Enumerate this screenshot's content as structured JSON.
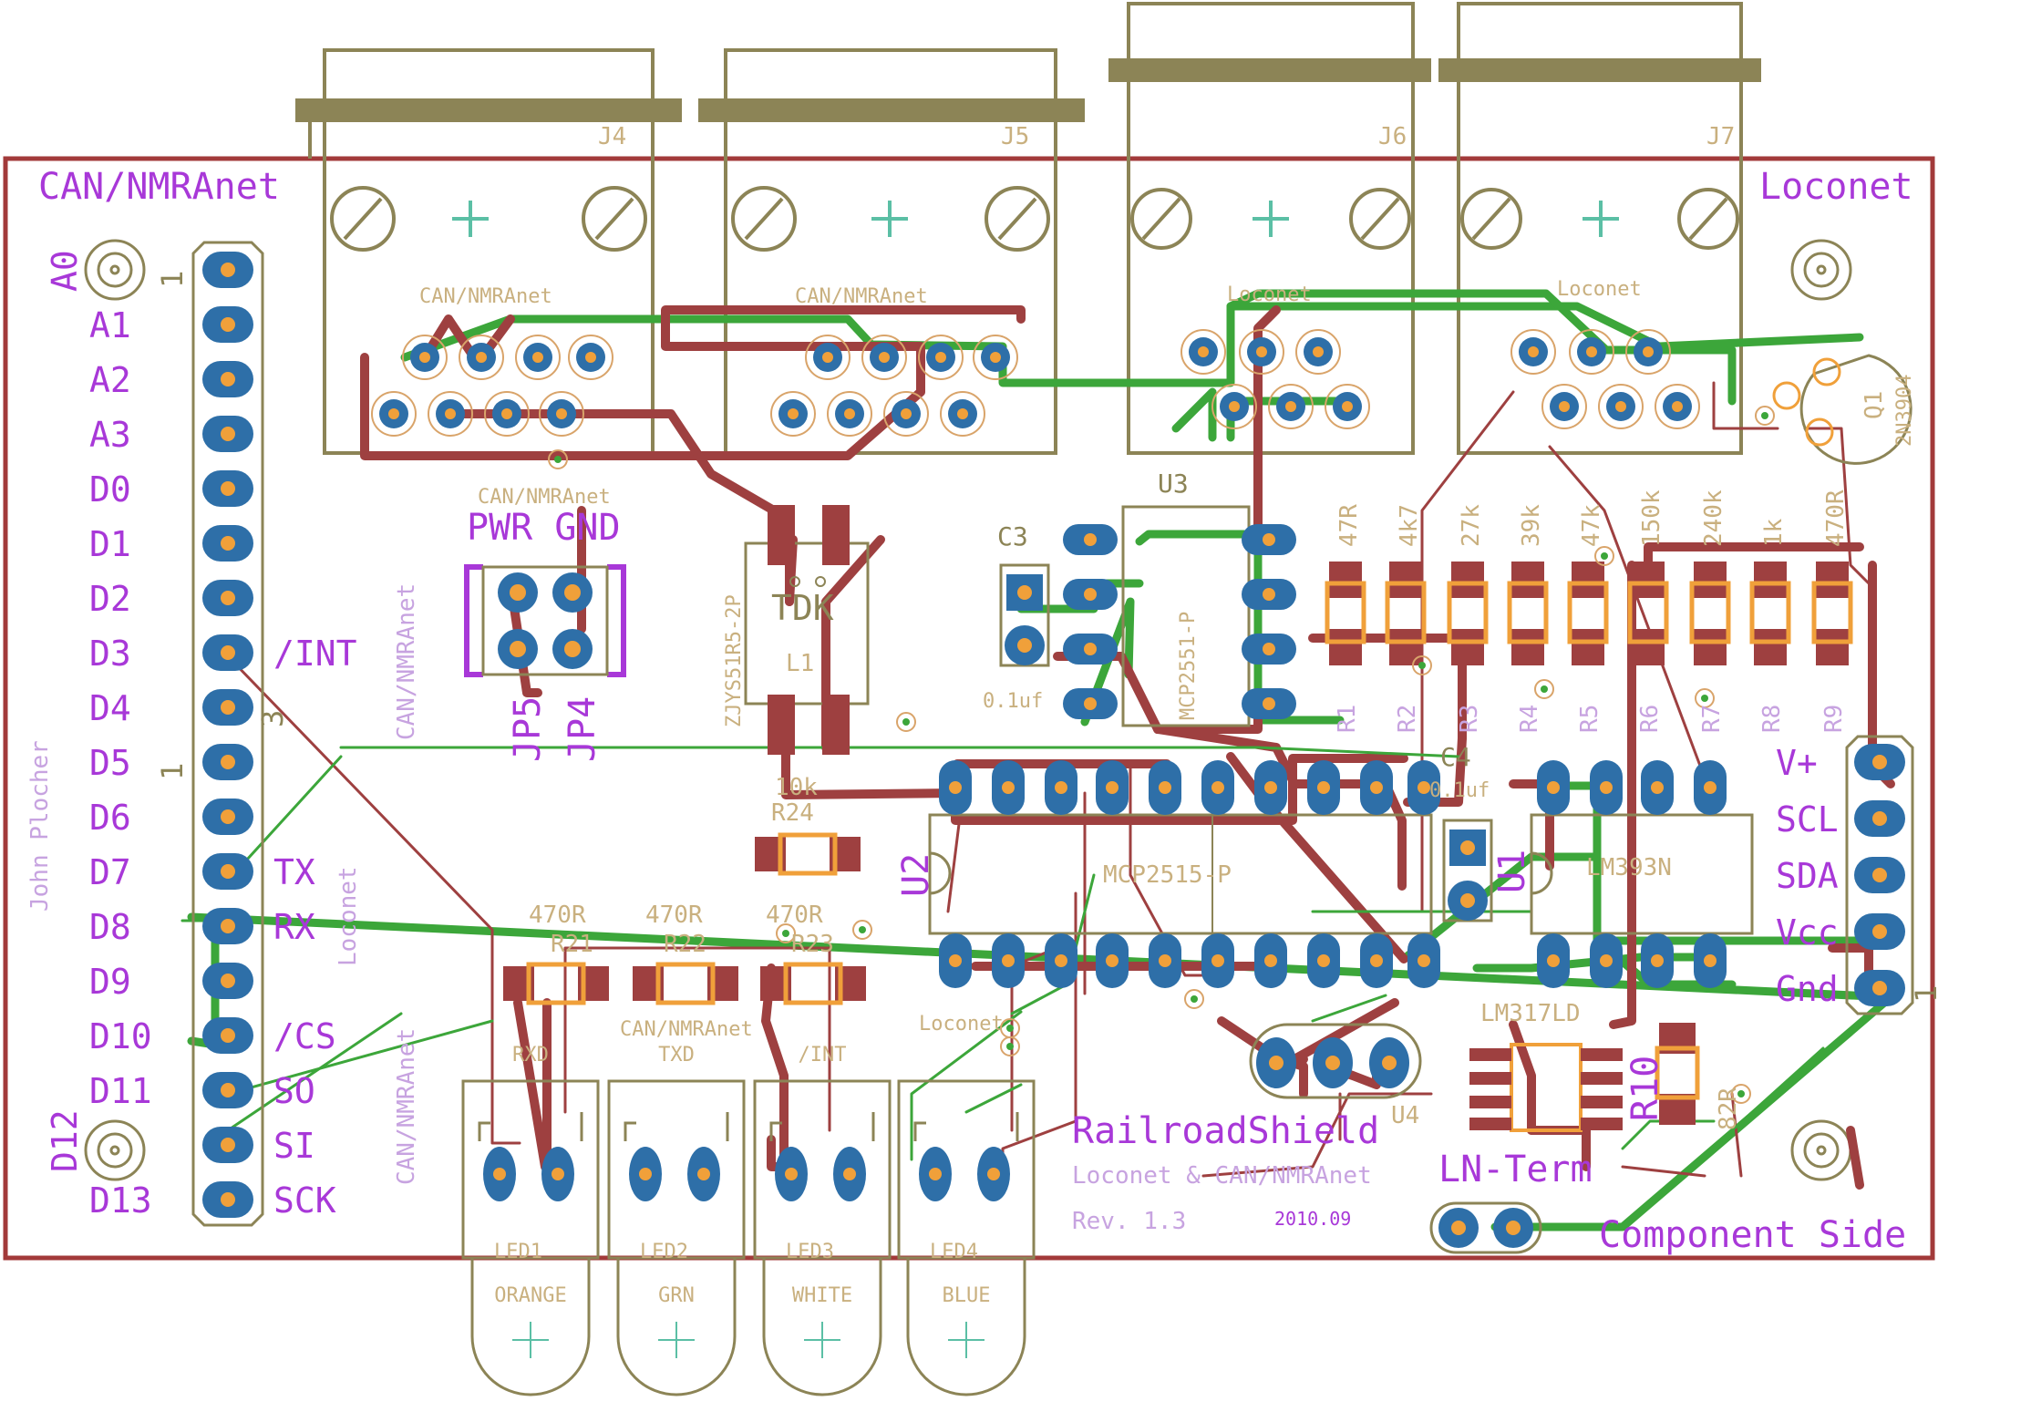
{
  "board": {
    "title": "RailroadShield",
    "subtitle": "Loconet & CAN/NMRAnet",
    "revision": "Rev. 1.3",
    "date": "2010.09",
    "author": "John Plocher",
    "side": "Component Side",
    "corner_left": "CAN/NMRAnet",
    "corner_right": "Loconet"
  },
  "colors": {
    "outline": "#a23a3a",
    "top_copper": "#9e4040",
    "bottom_copper": "#3ca63a",
    "pad": "#2e6fa8",
    "smd": "#ef9a3a",
    "silkscreen": "#8c8456",
    "labels": "#a838d8"
  },
  "header_left": {
    "pins": [
      "A0",
      "A1",
      "A2",
      "A3",
      "D0",
      "D1",
      "D2",
      "D3",
      "D4",
      "D5",
      "D6",
      "D7",
      "D8",
      "D9",
      "D10",
      "D11",
      "D12",
      "D13"
    ],
    "functions": {
      "D3": "/INT",
      "D7": "TX",
      "D8": "RX",
      "D10": "/CS",
      "D11": "SO",
      "D12": "SI",
      "D13": "SCK"
    },
    "num_1a": "1",
    "num_3": "3",
    "num_1b": "1",
    "side_can": "CAN/NMRAnet",
    "side_loconet": "Loconet",
    "side_can2": "CAN/NMRAnet"
  },
  "header_right": {
    "pins": [
      "V+",
      "SCL",
      "SDA",
      "Vcc",
      "Gnd"
    ],
    "num": "1"
  },
  "connectors": [
    {
      "ref": "J4",
      "label": "CAN/NMRAnet"
    },
    {
      "ref": "J5",
      "label": "CAN/NMRAnet"
    },
    {
      "ref": "J6",
      "label": "Loconet"
    },
    {
      "ref": "J7",
      "label": "Loconet"
    }
  ],
  "jumpers": {
    "title": "PWR GND",
    "jp5": "JP5",
    "jp4": "JP4",
    "below": "CAN/NMRAnet"
  },
  "inductor": {
    "ref": "L1",
    "mark": "TDK",
    "part": "ZJYS51R5-2P"
  },
  "chips": {
    "u3": "U3",
    "u3_part": "MCP2551-P",
    "u2": "U2",
    "u2_part": "MCP2515-P",
    "u1": "U1",
    "u1_part": "LM393N",
    "u4": "U4",
    "u4_part": "LM317LD"
  },
  "caps": {
    "c3": "C3",
    "c3_val": "0.1uf",
    "c4": "C4",
    "c4_val": "0.1uf"
  },
  "resistors": [
    {
      "ref": "R1",
      "value": "47R"
    },
    {
      "ref": "R2",
      "value": "4k7"
    },
    {
      "ref": "R3",
      "value": "27k"
    },
    {
      "ref": "R4",
      "value": "39k"
    },
    {
      "ref": "R5",
      "value": "47k"
    },
    {
      "ref": "R6",
      "value": "150k"
    },
    {
      "ref": "R7",
      "value": "240k"
    },
    {
      "ref": "R8",
      "value": "1k"
    },
    {
      "ref": "R9",
      "value": "470R"
    }
  ],
  "r24": {
    "ref": "R24",
    "value": "10k"
  },
  "r21": {
    "ref": "R21",
    "value": "470R"
  },
  "r22": {
    "ref": "R22",
    "value": "470R"
  },
  "r23": {
    "ref": "R23",
    "value": "470R"
  },
  "r10": {
    "ref": "R10",
    "value": "82R"
  },
  "q1": {
    "ref": "Q1",
    "part": "2N3904"
  },
  "led_groups": {
    "can": "CAN/NMRAnet",
    "loconet": "Loconet"
  },
  "leds": [
    {
      "ref": "LED1",
      "color": "ORANGE",
      "signal": "RXD"
    },
    {
      "ref": "LED2",
      "color": "GRN",
      "signal": "TXD"
    },
    {
      "ref": "LED3",
      "color": "WHITE",
      "signal": "/INT"
    },
    {
      "ref": "LED4",
      "color": "BLUE",
      "signal": ""
    }
  ],
  "ln_term": "LN-Term"
}
